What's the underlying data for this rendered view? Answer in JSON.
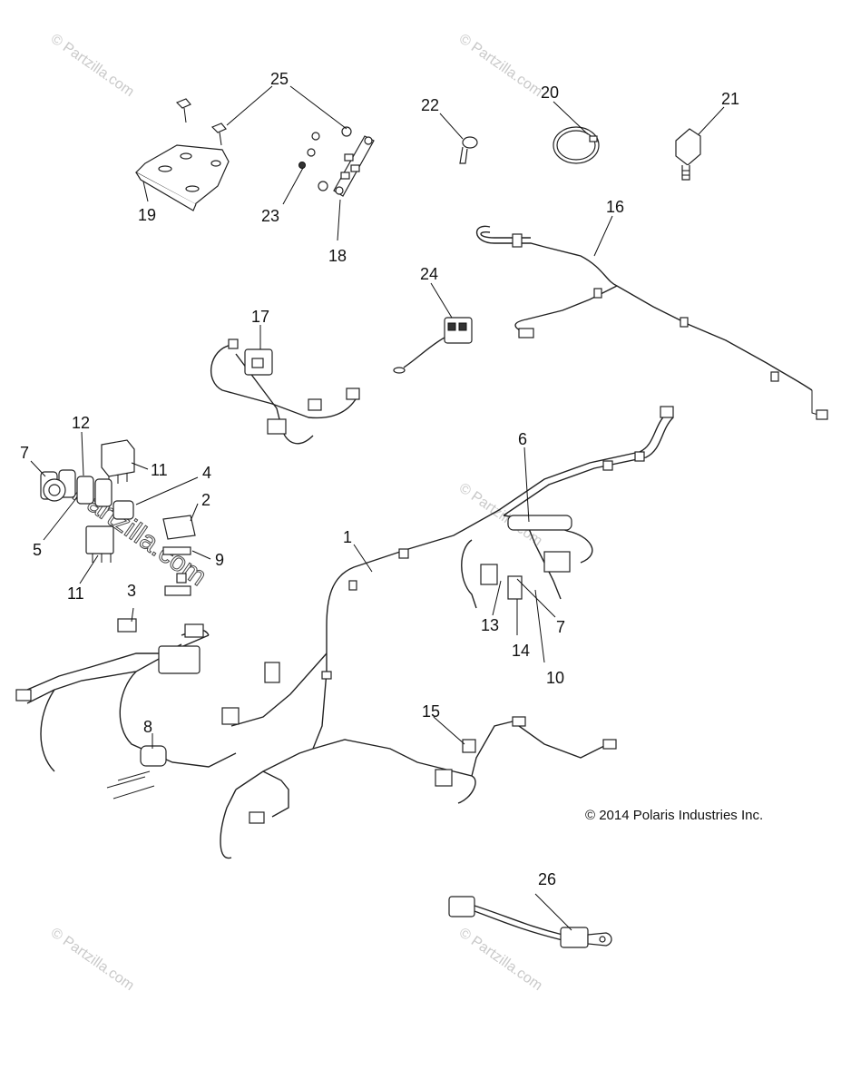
{
  "copyright": "© 2014 Polaris Industries Inc.",
  "watermark_small": "© Partzilla.com",
  "watermark_big": "Partzilla.com",
  "callouts": [
    {
      "id": "c25",
      "label": "25"
    },
    {
      "id": "c19",
      "label": "19"
    },
    {
      "id": "c23",
      "label": "23"
    },
    {
      "id": "c18",
      "label": "18"
    },
    {
      "id": "c22",
      "label": "22"
    },
    {
      "id": "c20",
      "label": "20"
    },
    {
      "id": "c21",
      "label": "21"
    },
    {
      "id": "c16",
      "label": "16"
    },
    {
      "id": "c24",
      "label": "24"
    },
    {
      "id": "c17",
      "label": "17"
    },
    {
      "id": "c12",
      "label": "12"
    },
    {
      "id": "c7a",
      "label": "7"
    },
    {
      "id": "c11a",
      "label": "11"
    },
    {
      "id": "c4",
      "label": "4"
    },
    {
      "id": "c2",
      "label": "2"
    },
    {
      "id": "c5",
      "label": "5"
    },
    {
      "id": "c9",
      "label": "9"
    },
    {
      "id": "c11b",
      "label": "11"
    },
    {
      "id": "c6",
      "label": "6"
    },
    {
      "id": "c1",
      "label": "1"
    },
    {
      "id": "c3",
      "label": "3"
    },
    {
      "id": "c13",
      "label": "13"
    },
    {
      "id": "c7b",
      "label": "7"
    },
    {
      "id": "c14",
      "label": "14"
    },
    {
      "id": "c10",
      "label": "10"
    },
    {
      "id": "c8",
      "label": "8"
    },
    {
      "id": "c15",
      "label": "15"
    },
    {
      "id": "c26",
      "label": "26"
    }
  ]
}
